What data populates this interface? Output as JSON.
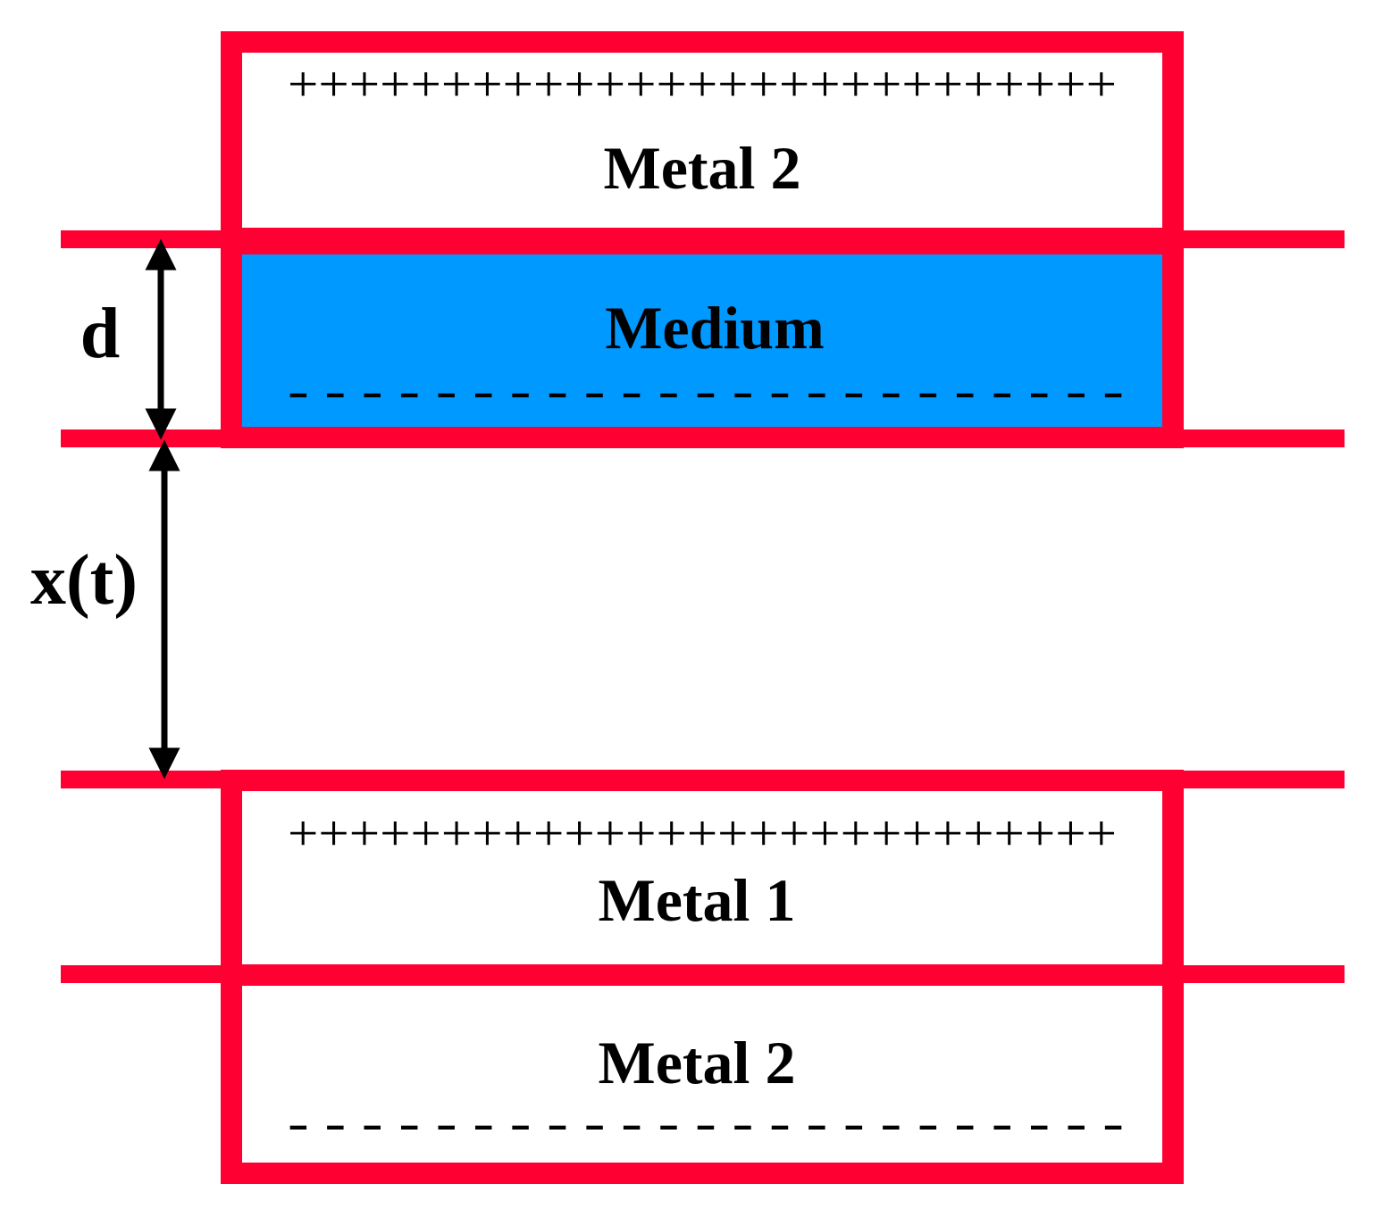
{
  "colors": {
    "outline": "#ff0033",
    "medium_fill": "#0099ff",
    "text": "#000000",
    "background": "#ffffff"
  },
  "layers": {
    "top_metal": {
      "label": "Metal 2",
      "charges": "+++++++++++++++++++++++++++"
    },
    "medium": {
      "label": "Medium",
      "charges": "- - - - - - - - - - - - - - - - - - - - - - -"
    },
    "bottom_metal1": {
      "label": "Metal 1",
      "charges": "+++++++++++++++++++++++++++"
    },
    "bottom_metal2": {
      "label": "Metal 2",
      "charges": "- - - - - - - - - - - - - - - - - - - - - - -"
    }
  },
  "dimensions": {
    "thickness_label": "d",
    "gap_label": "x(t)"
  }
}
